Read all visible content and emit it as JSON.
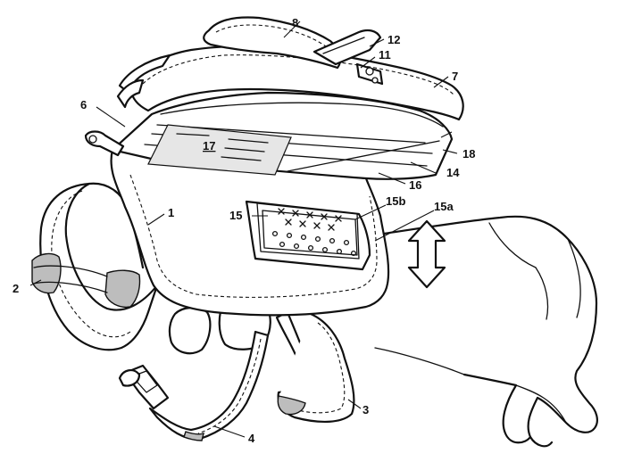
{
  "figure": {
    "labels": {
      "l1": "1",
      "l2": "2",
      "l3": "3",
      "l4": "4",
      "l6": "6",
      "l7": "7",
      "l8": "8",
      "l11": "11",
      "l12": "12",
      "l14": "14",
      "l15": "15",
      "l15a": "15a",
      "l15b": "15b",
      "l16": "16",
      "l17": "17",
      "l18": "18"
    }
  }
}
